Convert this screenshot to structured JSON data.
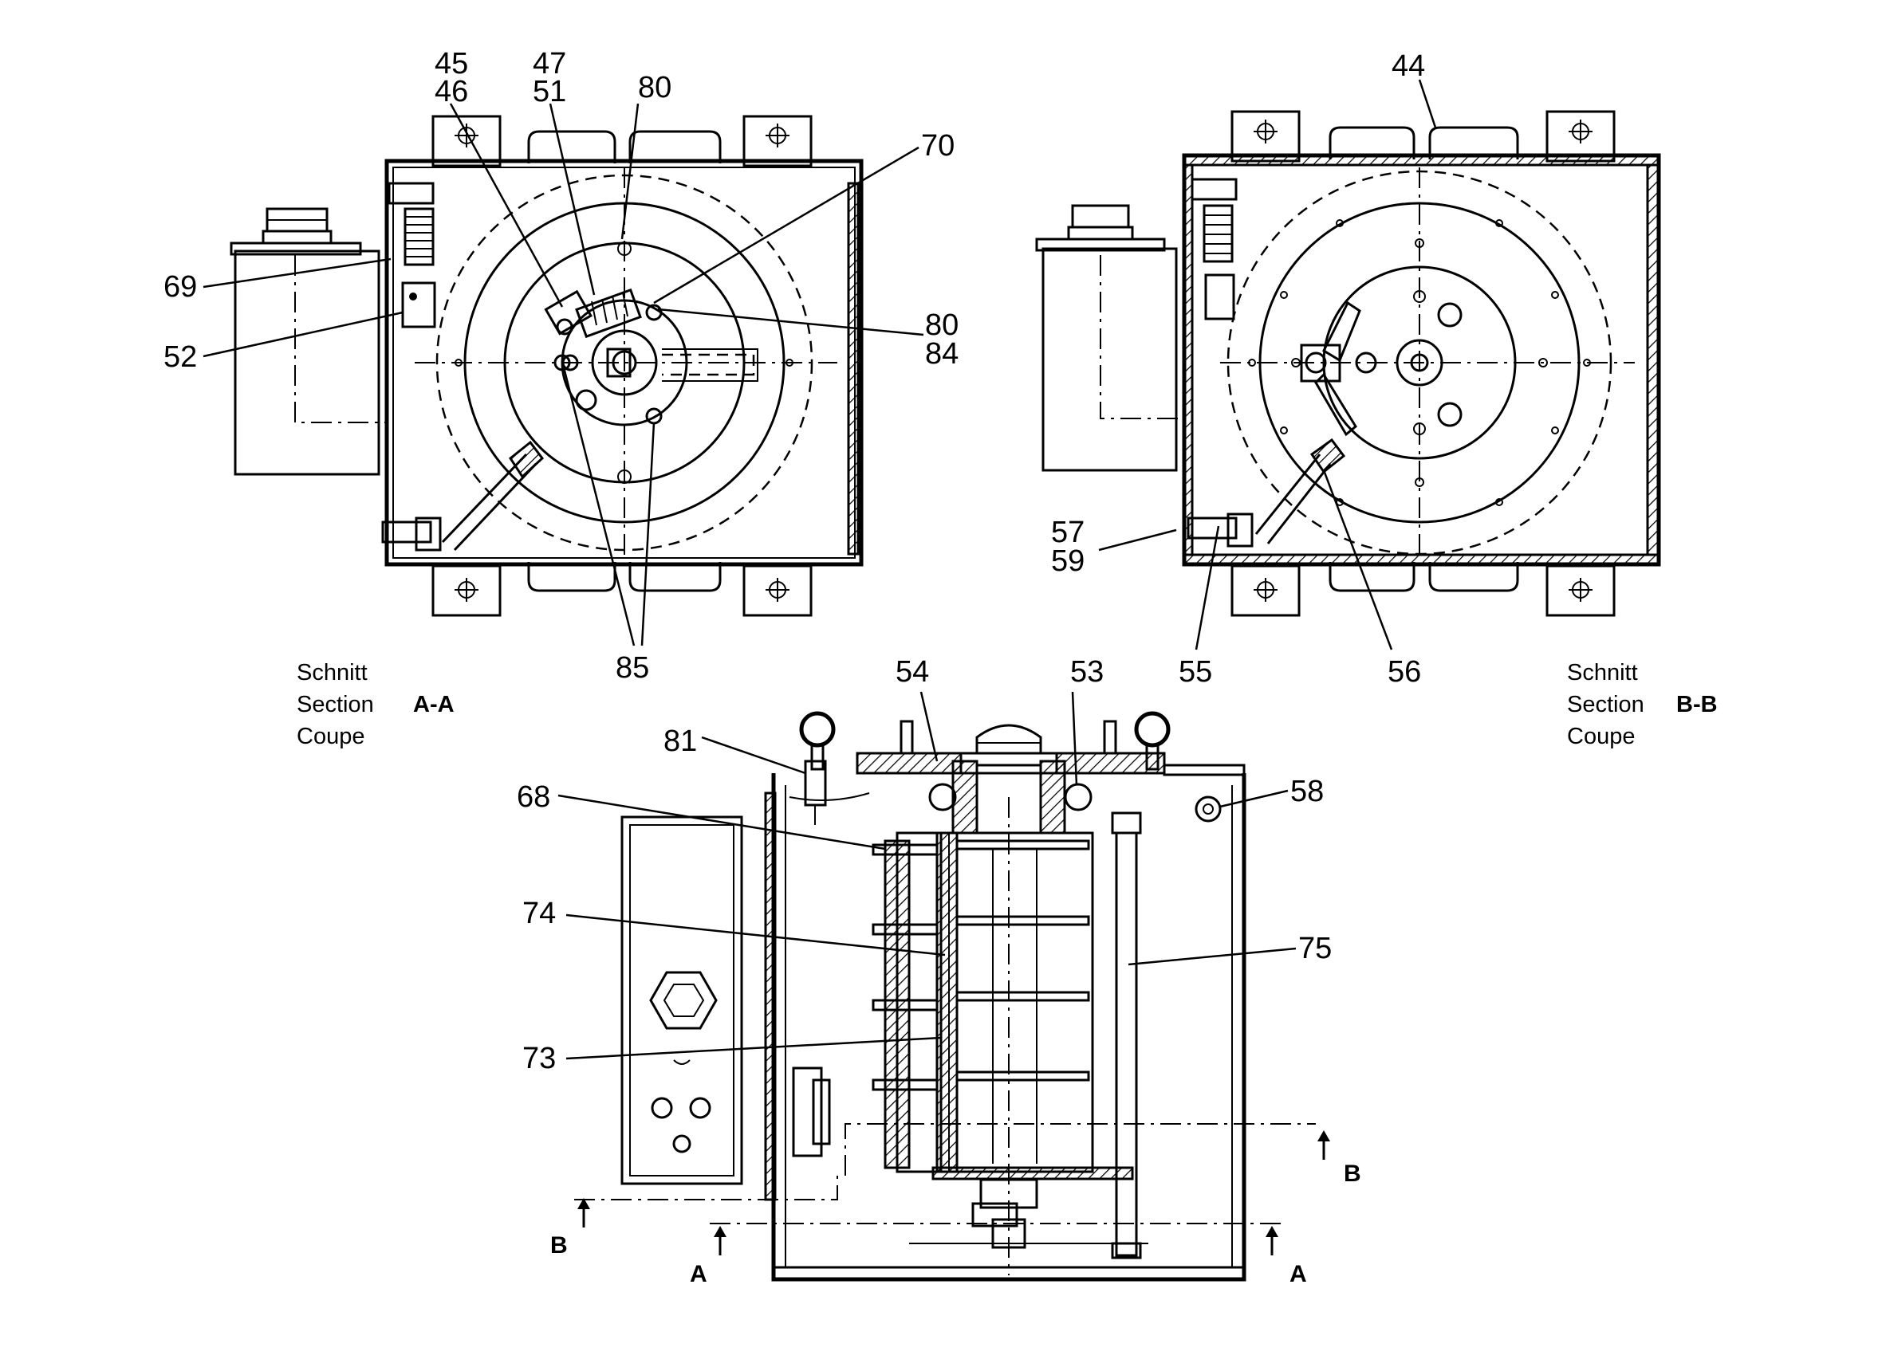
{
  "view_aa": {
    "caption": [
      "Schnitt",
      "Section",
      "Coupe"
    ],
    "section_id": "A-A"
  },
  "view_bb": {
    "caption": [
      "Schnitt",
      "Section",
      "Coupe"
    ],
    "section_id": "B-B"
  },
  "callouts_aa": [
    {
      "id": "c45",
      "text": "45"
    },
    {
      "id": "c46",
      "text": "46"
    },
    {
      "id": "c47",
      "text": "47"
    },
    {
      "id": "c51",
      "text": "51"
    },
    {
      "id": "c80a",
      "text": "80"
    },
    {
      "id": "c70",
      "text": "70"
    },
    {
      "id": "c69",
      "text": "69"
    },
    {
      "id": "c52",
      "text": "52"
    },
    {
      "id": "c80b",
      "text": "80"
    },
    {
      "id": "c84",
      "text": "84"
    },
    {
      "id": "c85",
      "text": "85"
    }
  ],
  "callouts_bb": [
    {
      "id": "c44",
      "text": "44"
    },
    {
      "id": "c57",
      "text": "57"
    },
    {
      "id": "c59",
      "text": "59"
    },
    {
      "id": "c55",
      "text": "55"
    },
    {
      "id": "c56",
      "text": "56"
    }
  ],
  "callouts_side": [
    {
      "id": "c54",
      "text": "54"
    },
    {
      "id": "c53",
      "text": "53"
    },
    {
      "id": "c81",
      "text": "81"
    },
    {
      "id": "c68",
      "text": "68"
    },
    {
      "id": "c58",
      "text": "58"
    },
    {
      "id": "c74",
      "text": "74"
    },
    {
      "id": "c75",
      "text": "75"
    },
    {
      "id": "c73",
      "text": "73"
    }
  ],
  "section_markers": {
    "a": "A",
    "b": "B"
  }
}
